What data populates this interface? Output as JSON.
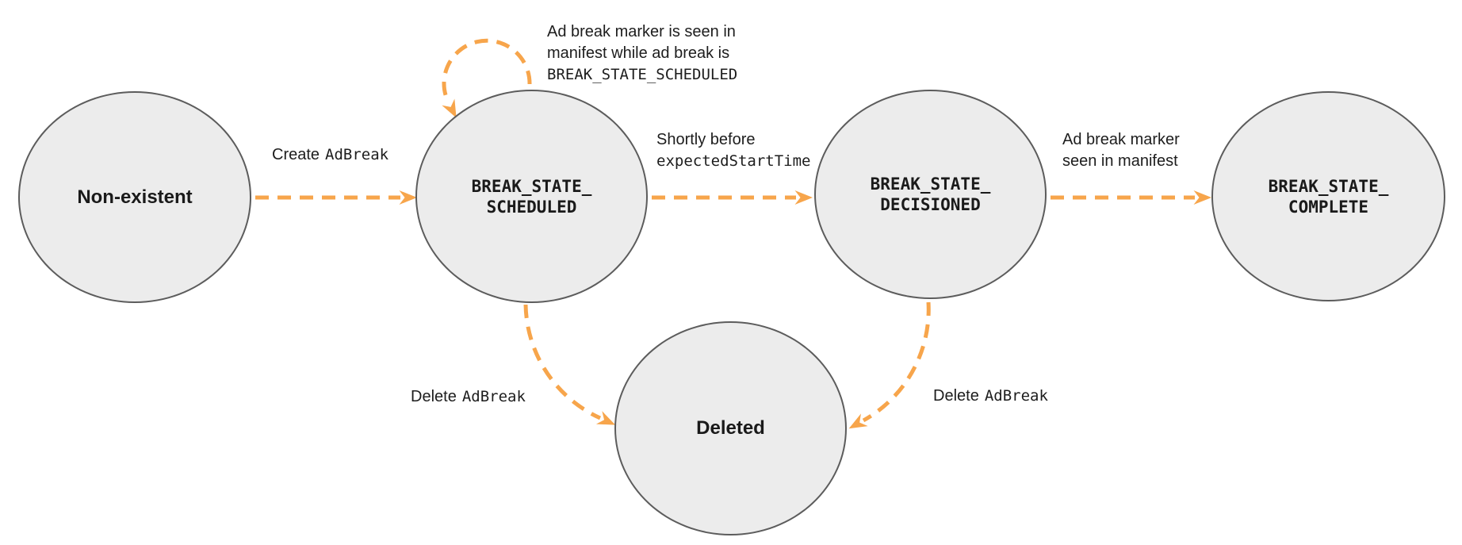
{
  "diagram": {
    "type": "state-diagram",
    "colors": {
      "edge": "#F7A54B",
      "node_fill": "#ECECEC",
      "node_stroke": "#5C5C5C",
      "text": "#1D1D1D",
      "background": "#FFFFFF"
    },
    "states": [
      {
        "id": "non-existent",
        "label": "Non-existent",
        "style": "plain"
      },
      {
        "id": "break-state-scheduled",
        "label": "BREAK_STATE_\nSCHEDULED",
        "style": "code"
      },
      {
        "id": "break-state-decisioned",
        "label": "BREAK_STATE_\nDECISIONED",
        "style": "code"
      },
      {
        "id": "break-state-complete",
        "label": "BREAK_STATE_\nCOMPLETE",
        "style": "code"
      },
      {
        "id": "deleted",
        "label": "Deleted",
        "style": "plain"
      }
    ],
    "transitions": [
      {
        "from": "non-existent",
        "to": "break-state-scheduled",
        "label": {
          "plain": "Create",
          "code": "AdBreak"
        }
      },
      {
        "from": "break-state-scheduled",
        "to": "break-state-scheduled",
        "label": {
          "line1": "Ad break marker is seen in",
          "line2": "manifest while ad break is",
          "code": "BREAK_STATE_SCHEDULED"
        }
      },
      {
        "from": "break-state-scheduled",
        "to": "break-state-decisioned",
        "label": {
          "plain": "Shortly before",
          "code": "expectedStartTime"
        }
      },
      {
        "from": "break-state-decisioned",
        "to": "break-state-complete",
        "label": {
          "line1": "Ad break marker",
          "line2": "seen in manifest"
        }
      },
      {
        "from": "break-state-scheduled",
        "to": "deleted",
        "label": {
          "plain": "Delete",
          "code": "AdBreak"
        }
      },
      {
        "from": "break-state-decisioned",
        "to": "deleted",
        "label": {
          "plain": "Delete",
          "code": "AdBreak"
        }
      }
    ]
  }
}
